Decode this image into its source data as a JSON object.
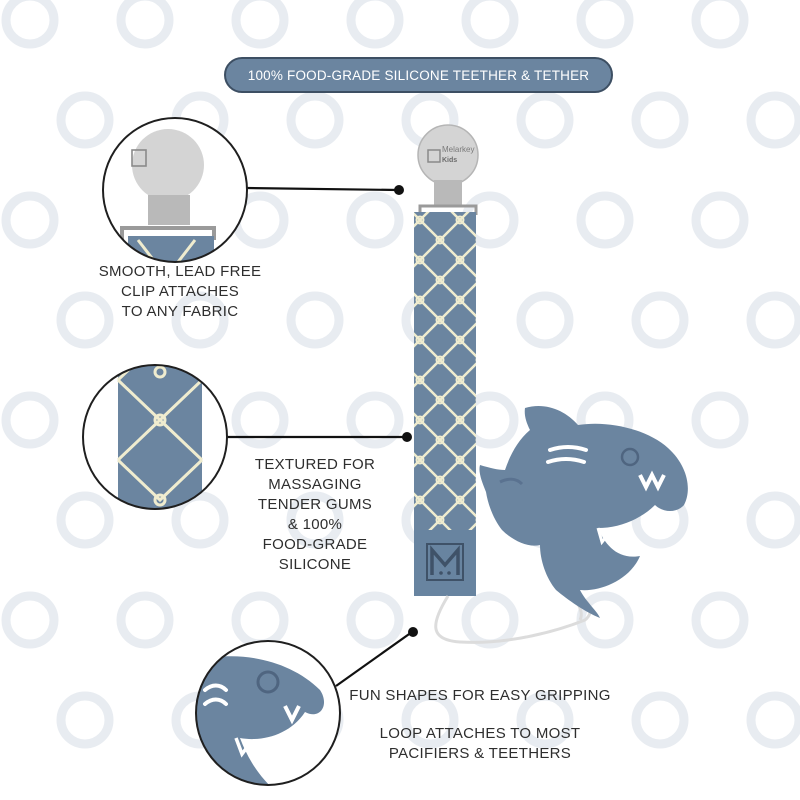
{
  "banner": {
    "text": "100% FOOD-GRADE SILICONE TEETHER & TETHER"
  },
  "features": [
    {
      "lines": [
        "SMOOTH, LEAD FREE",
        "CLIP ATTACHES",
        "TO ANY FABRIC"
      ]
    },
    {
      "lines": [
        "TEXTURED FOR",
        "MASSAGING",
        "TENDER GUMS",
        "& 100%",
        "FOOD-GRADE",
        "SILICONE"
      ]
    },
    {
      "lines": [
        "FUN SHAPES FOR EASY GRIPPING"
      ]
    },
    {
      "lines": [
        "LOOP ATTACHES TO MOST",
        "PACIFIERS & TEETHERS"
      ]
    }
  ],
  "clip_logo": {
    "brand": "Melarkey",
    "sub": "Kids"
  },
  "colors": {
    "strap": "#6b85a0",
    "strap_dark": "#5a7290",
    "cord": "#efeccf",
    "ball": "#cfcfcf",
    "pattern_ring": "#e8ecf1",
    "circle_border": "#1f1f1f",
    "leader_line": "#111111"
  },
  "icons": {
    "strap_badge": "m-logo-badge-icon",
    "clip": "pacifier-clip-icon",
    "teether": "shark-teether-icon"
  }
}
